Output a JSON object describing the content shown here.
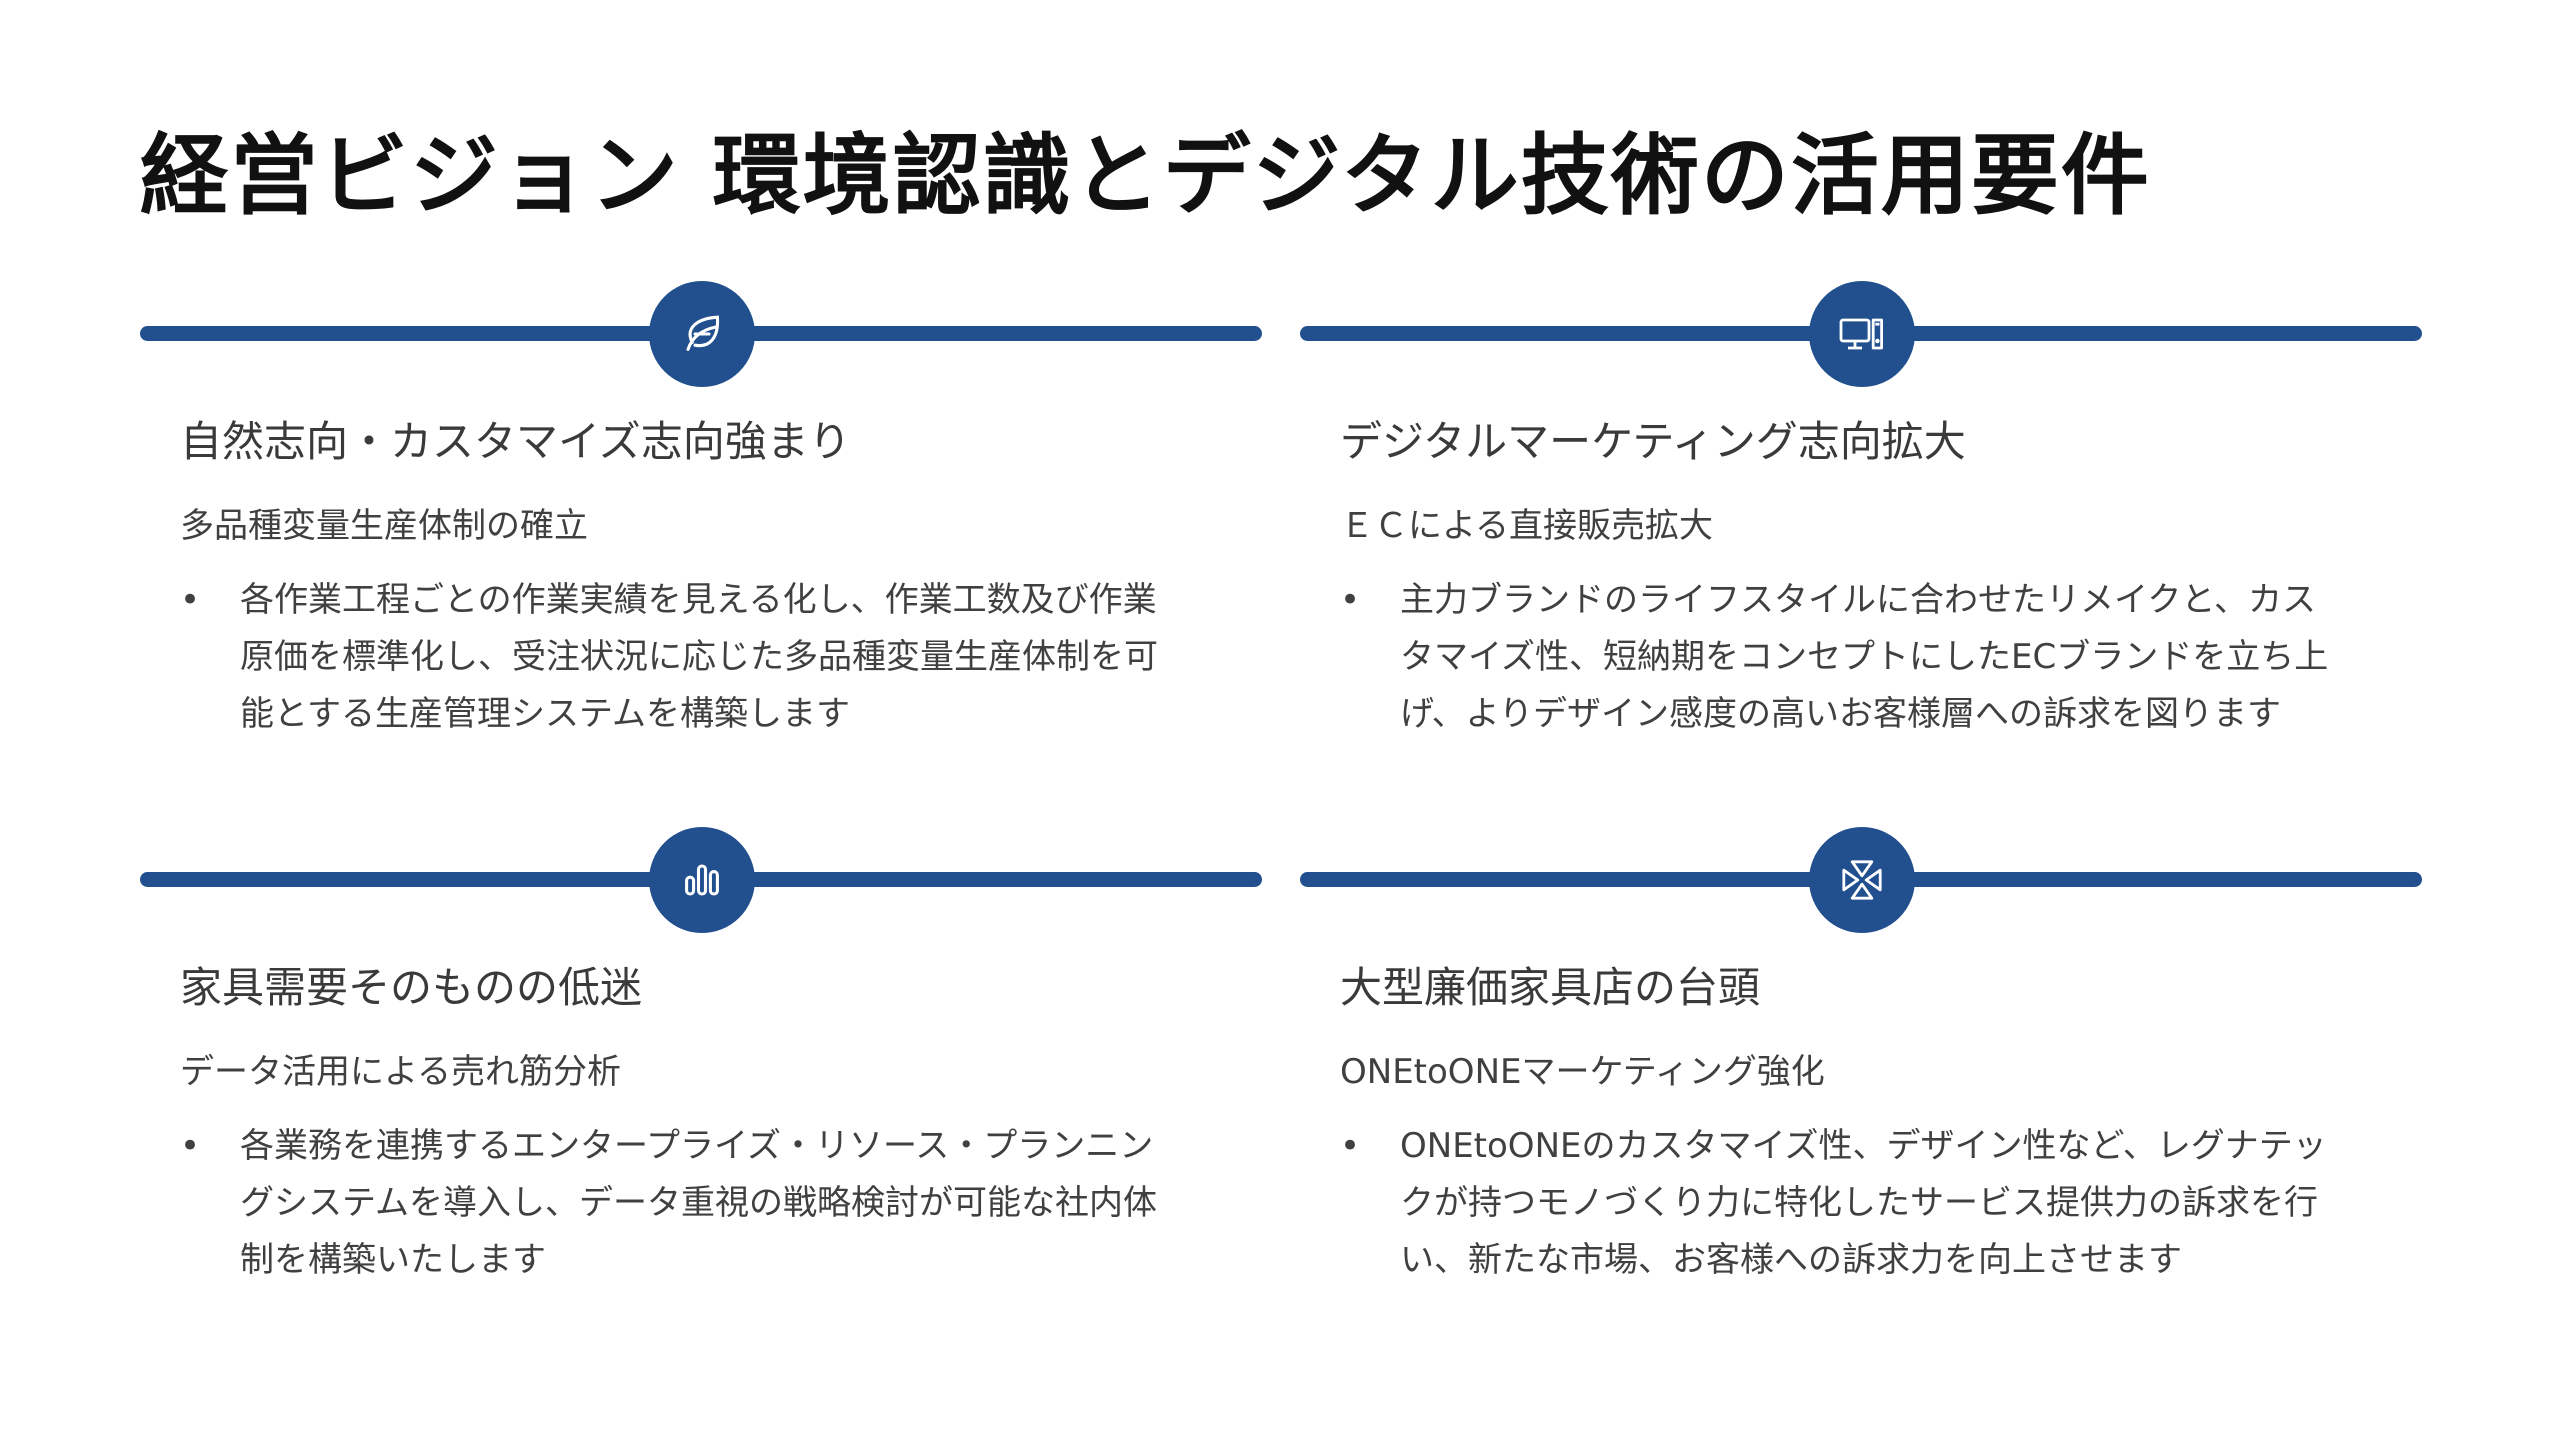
{
  "title": "経営ビジョン 環境認識とデジタル技術の活用要件",
  "colors": {
    "accent": "#22508f",
    "text": "#404040"
  },
  "cards": [
    {
      "icon": "leaf-icon",
      "heading": "自然志向・カスタマイズ志向強まり",
      "subheading": "多品種変量生産体制の確立",
      "bullet": "•",
      "lines": [
        "各作業工程ごとの作業実績を見える化し、作業工数及び作業",
        "原価を標準化し、受注状況に応じた多品種変量生産体制を可",
        "能とする生産管理システムを構築します"
      ]
    },
    {
      "icon": "desktop-computer-icon",
      "heading": "デジタルマーケティング志向拡大",
      "subheading": "ＥＣによる直接販売拡大",
      "bullet": "•",
      "lines": [
        "主力ブランドのライフスタイルに合わせたリメイクと、カス",
        "タマイズ性、短納期をコンセプトにしたECブランドを立ち上",
        "げ、よりデザイン感度の高いお客様層への訴求を図ります"
      ]
    },
    {
      "icon": "bar-chart-icon",
      "heading": "家具需要そのものの低迷",
      "subheading": "データ活用による売れ筋分析",
      "bullet": "•",
      "lines": [
        "各業務を連携するエンタープライズ・リソース・プランニン",
        "グシステムを導入し、データ重視の戦略検討が可能な社内体",
        "制を構築いたします"
      ]
    },
    {
      "icon": "converge-arrows-icon",
      "heading": "大型廉価家具店の台頭",
      "subheading": "ONEtoONEマーケティング強化",
      "bullet": "•",
      "lines": [
        "ONEtoONEのカスタマイズ性、デザイン性など、レグナテッ",
        "クが持つモノづくり力に特化したサービス提供力の訴求を行",
        "い、新たな市場、お客様への訴求力を向上させます"
      ]
    }
  ]
}
